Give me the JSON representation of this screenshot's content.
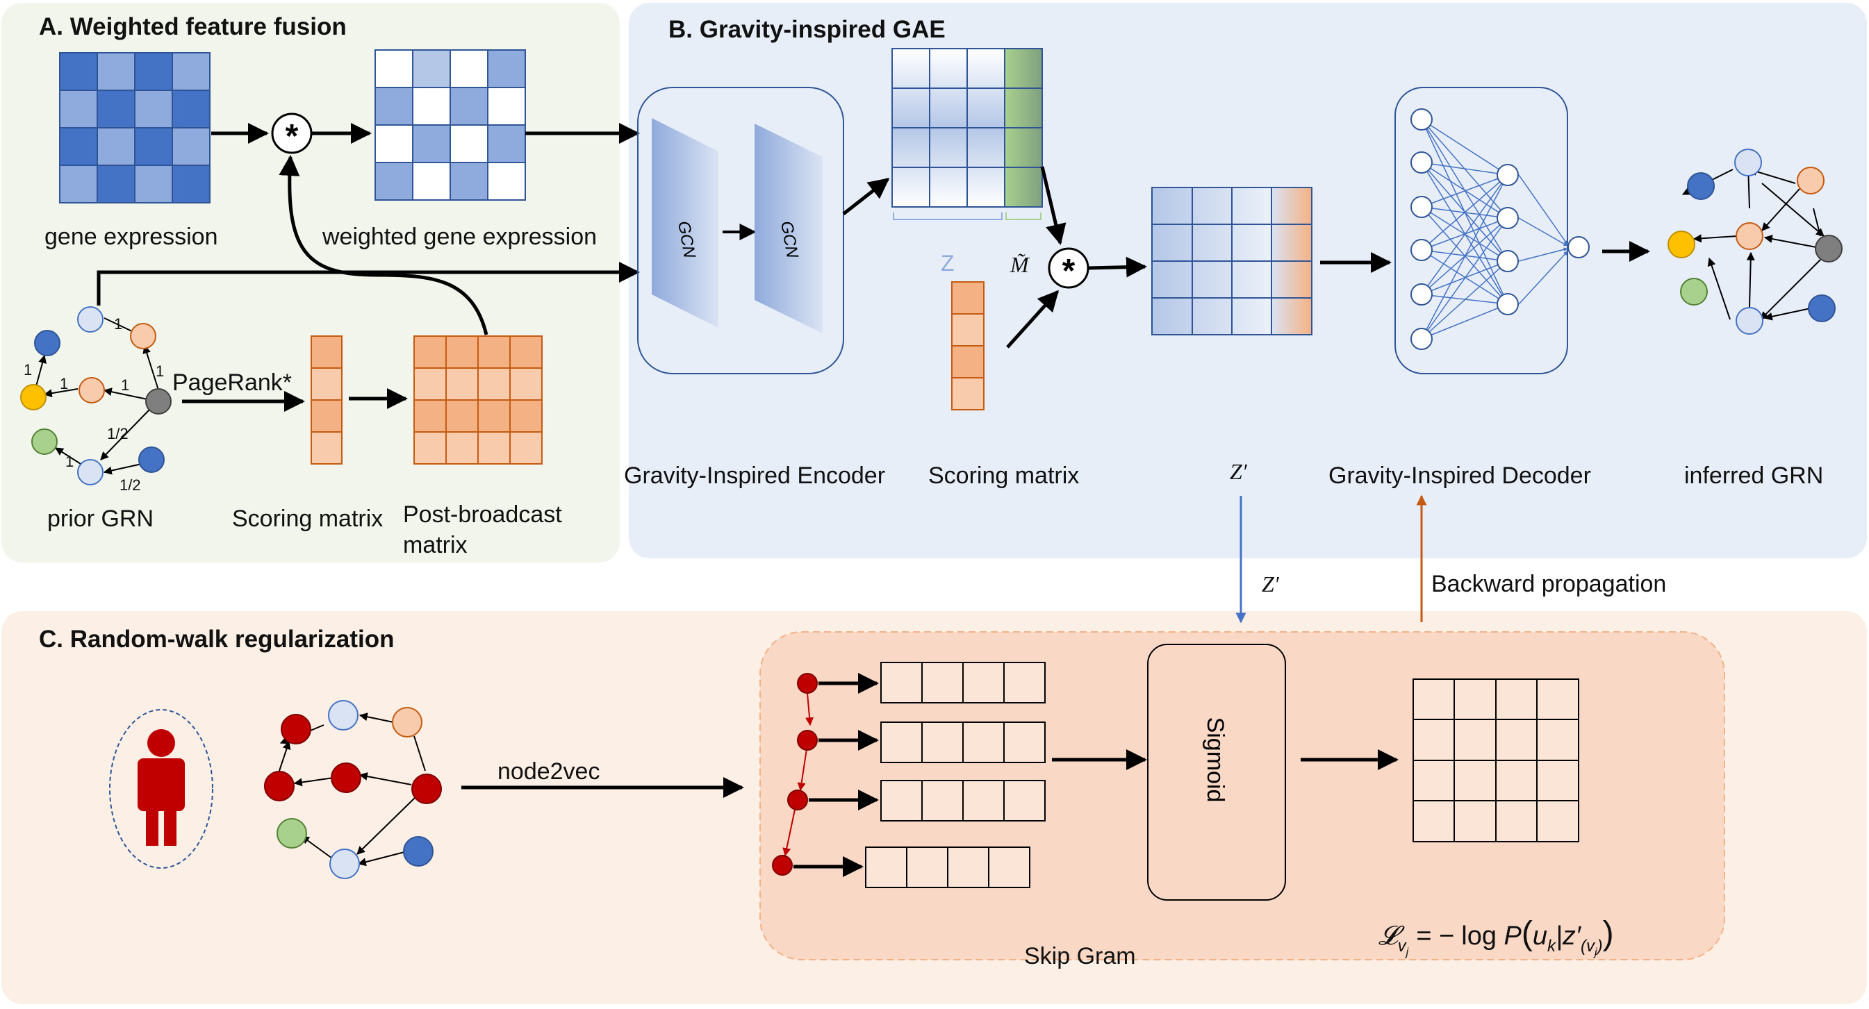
{
  "panels": {
    "a_title": "A. Weighted feature fusion",
    "b_title": "B. Gravity-inspired GAE",
    "c_title": "C. Random-walk regularization"
  },
  "panel_a": {
    "gene_expression": "gene expression",
    "weighted_gene_expression": "weighted gene expression",
    "prior_grn": "prior GRN",
    "pagerank": "PageRank*",
    "scoring_matrix": "Scoring matrix",
    "post_broadcast_line1": "Post-broadcast",
    "post_broadcast_line2": "matrix",
    "multiply_symbol": "*",
    "edge_weights": [
      "1",
      "1",
      "1",
      "1",
      "1",
      "1/2",
      "1",
      "1/2"
    ]
  },
  "panel_b": {
    "gcn1": "GCN",
    "gcn2": "GCN",
    "encoder_label": "Gravity-Inspired Encoder",
    "scoring_matrix": "Scoring matrix",
    "z_label": "Z",
    "m_tilde": "M̃",
    "multiply_symbol": "*",
    "z_prime": "Z′",
    "decoder_label": "Gravity-Inspired Decoder",
    "inferred_grn": "inferred GRN"
  },
  "between": {
    "z_prime_arrow": "Z′",
    "backward_propagation": "Backward propagation"
  },
  "panel_c": {
    "node2vec": "node2vec",
    "sigmoid": "Sigmoid",
    "skip_gram": "Skip Gram",
    "loss_formula": "𝓛_{v_j} = − log P(u_k | z′_(v_j))"
  },
  "colors": {
    "panel_a_bg": "#f1f5ec",
    "panel_b_bg": "#e8eef8",
    "panel_c_bg": "#fcefe6",
    "skipgram_bg": "#f9d9c6",
    "blue_dark": "#4472c4",
    "blue_mid": "#8faadc",
    "blue_light": "#b4c7e7",
    "orange": "#f4b183",
    "orange_light": "#f8cbad",
    "red_node": "#c00000",
    "green_node": "#a9d18e",
    "gold_node": "#ffc000",
    "gray_node": "#7f7f7f"
  }
}
